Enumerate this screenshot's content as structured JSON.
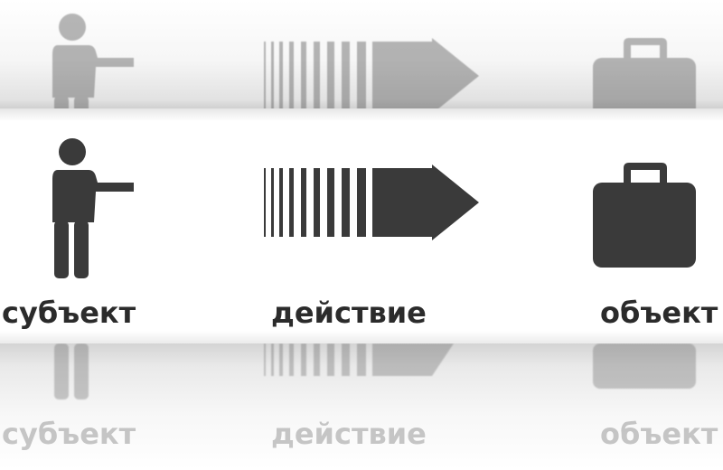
{
  "labels": {
    "subject": "субъект",
    "action": "действие",
    "object": "объект"
  },
  "icons": {
    "subject": "person-pointing-icon",
    "action": "striped-arrow-icon",
    "object": "suitcase-icon"
  },
  "colors": {
    "icon": "#3a3a3a",
    "text": "#2b2b2b",
    "ghost": "#8a8a8a"
  }
}
